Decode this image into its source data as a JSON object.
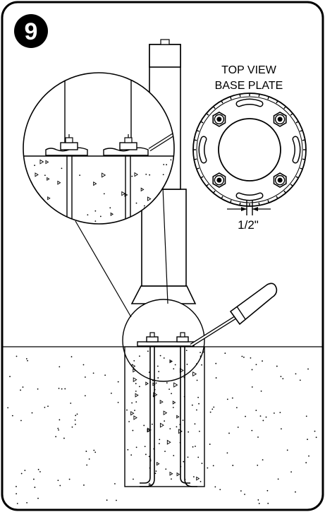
{
  "step": {
    "number": "9"
  },
  "top_view": {
    "line1": "TOP VIEW",
    "line2": "BASE PLATE"
  },
  "dimension": {
    "label": "1/2\""
  },
  "colors": {
    "ink": "#000000",
    "paper": "#ffffff"
  }
}
